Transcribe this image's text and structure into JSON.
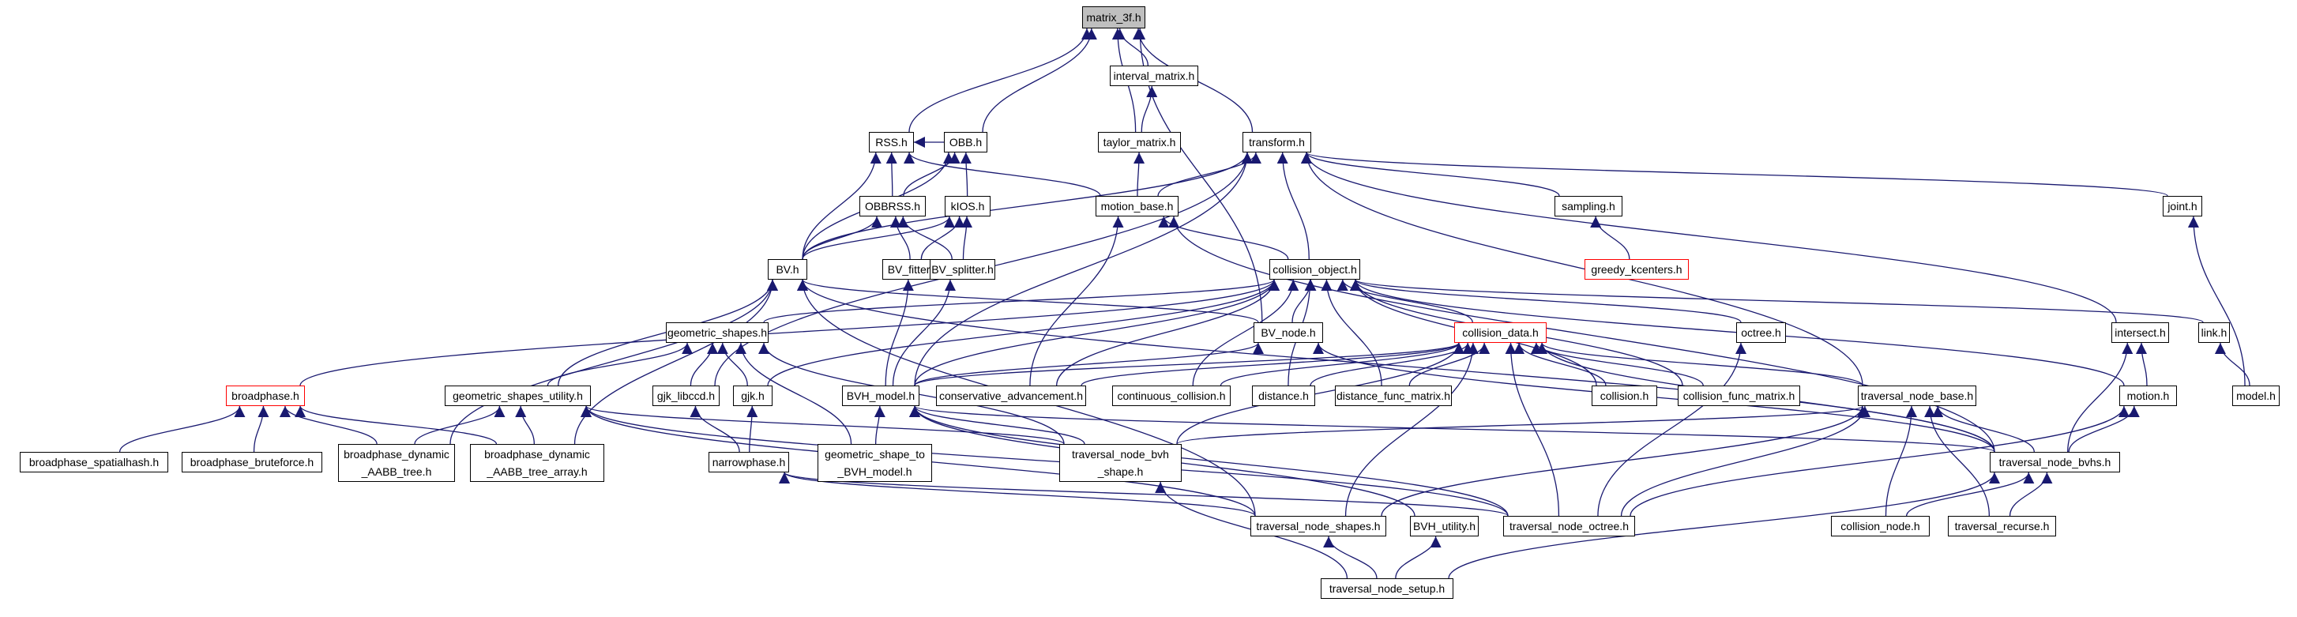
{
  "nodes": [
    {
      "id": "matrix",
      "label": "matrix_3f.h",
      "style": "root"
    },
    {
      "id": "interval",
      "label": "interval_matrix.h"
    },
    {
      "id": "taylor",
      "label": "taylor_matrix.h"
    },
    {
      "id": "transform",
      "label": "transform.h"
    },
    {
      "id": "rss",
      "label": "RSS.h"
    },
    {
      "id": "obb",
      "label": "OBB.h"
    },
    {
      "id": "obbrss",
      "label": "OBBRSS.h"
    },
    {
      "id": "kios",
      "label": "kIOS.h"
    },
    {
      "id": "motionbase",
      "label": "motion_base.h"
    },
    {
      "id": "sampling",
      "label": "sampling.h"
    },
    {
      "id": "joint",
      "label": "joint.h"
    },
    {
      "id": "greedy",
      "label": "greedy_kcenters.h",
      "style": "red"
    },
    {
      "id": "bv",
      "label": "BV.h"
    },
    {
      "id": "bvfitter",
      "label": "BV_fitter.h"
    },
    {
      "id": "bvsplitter",
      "label": "BV_splitter.h"
    },
    {
      "id": "collobj",
      "label": "collision_object.h"
    },
    {
      "id": "geoshapes",
      "label": "geometric_shapes.h"
    },
    {
      "id": "bvnode",
      "label": "BV_node.h"
    },
    {
      "id": "colldata",
      "label": "collision_data.h",
      "style": "red"
    },
    {
      "id": "octree",
      "label": "octree.h"
    },
    {
      "id": "intersect",
      "label": "intersect.h"
    },
    {
      "id": "link",
      "label": "link.h"
    },
    {
      "id": "broadphase",
      "label": "broadphase.h",
      "style": "red"
    },
    {
      "id": "geoutil",
      "label": "geometric_shapes_utility.h"
    },
    {
      "id": "gjklibccd",
      "label": "gjk_libccd.h"
    },
    {
      "id": "gjk",
      "label": "gjk.h"
    },
    {
      "id": "bvhmodel",
      "label": "BVH_model.h"
    },
    {
      "id": "consadv",
      "label": "conservative_advancement.h"
    },
    {
      "id": "contcoll",
      "label": "continuous_collision.h"
    },
    {
      "id": "distance",
      "label": "distance.h"
    },
    {
      "id": "distfunc",
      "label": "distance_func_matrix.h"
    },
    {
      "id": "collision",
      "label": "collision.h"
    },
    {
      "id": "collfunc",
      "label": "collision_func_matrix.h"
    },
    {
      "id": "tnbase",
      "label": "traversal_node_base.h"
    },
    {
      "id": "motion",
      "label": "motion.h"
    },
    {
      "id": "model",
      "label": "model.h"
    },
    {
      "id": "bpspatial",
      "label": "broadphase_spatialhash.h"
    },
    {
      "id": "bpbrute",
      "label": "broadphase_bruteforce.h"
    },
    {
      "id": "bpdynaabb",
      "label": "broadphase_dynamic\n_AABB_tree.h"
    },
    {
      "id": "bpdynarr",
      "label": "broadphase_dynamic\n_AABB_tree_array.h"
    },
    {
      "id": "narrowphase",
      "label": "narrowphase.h"
    },
    {
      "id": "geotobvh",
      "label": "geometric_shape_to\n_BVH_model.h"
    },
    {
      "id": "tnbvhshape",
      "label": "traversal_node_bvh\n_shape.h"
    },
    {
      "id": "tnbvhs",
      "label": "traversal_node_bvhs.h"
    },
    {
      "id": "tnshapes",
      "label": "traversal_node_shapes.h"
    },
    {
      "id": "bvhutil",
      "label": "BVH_utility.h"
    },
    {
      "id": "tnoctree",
      "label": "traversal_node_octree.h"
    },
    {
      "id": "collnode",
      "label": "collision_node.h"
    },
    {
      "id": "travrec",
      "label": "traversal_recurse.h"
    },
    {
      "id": "tnsetup",
      "label": "traversal_node_setup.h"
    }
  ],
  "edges": [
    [
      "interval",
      "matrix"
    ],
    [
      "taylor",
      "matrix"
    ],
    [
      "transform",
      "matrix"
    ],
    [
      "rss",
      "matrix"
    ],
    [
      "obb",
      "matrix"
    ],
    [
      "bvnode",
      "matrix"
    ],
    [
      "taylor",
      "interval"
    ],
    [
      "motionbase",
      "taylor"
    ],
    [
      "obb",
      "rss"
    ],
    [
      "obbrss",
      "rss"
    ],
    [
      "bv",
      "rss"
    ],
    [
      "motionbase",
      "rss"
    ],
    [
      "obbrss",
      "obb"
    ],
    [
      "kios",
      "obb"
    ],
    [
      "bv",
      "obb"
    ],
    [
      "bv",
      "obbrss"
    ],
    [
      "bvfitter",
      "obbrss"
    ],
    [
      "bvsplitter",
      "obbrss"
    ],
    [
      "bv",
      "kios"
    ],
    [
      "bvfitter",
      "kios"
    ],
    [
      "bvsplitter",
      "kios"
    ],
    [
      "motionbase",
      "transform"
    ],
    [
      "bv",
      "transform"
    ],
    [
      "sampling",
      "transform"
    ],
    [
      "joint",
      "transform"
    ],
    [
      "collobj",
      "transform"
    ],
    [
      "bvhmodel",
      "transform"
    ],
    [
      "gjklibccd",
      "transform"
    ],
    [
      "tnbase",
      "transform"
    ],
    [
      "intersect",
      "transform"
    ],
    [
      "greedy",
      "sampling"
    ],
    [
      "collobj",
      "motionbase"
    ],
    [
      "consadv",
      "motionbase"
    ],
    [
      "tnbvhs",
      "motionbase"
    ],
    [
      "model",
      "joint"
    ],
    [
      "motion",
      "intersect"
    ],
    [
      "tnbvhs",
      "intersect"
    ],
    [
      "model",
      "link"
    ],
    [
      "bvnode",
      "bv"
    ],
    [
      "bvhmodel",
      "bvfitter"
    ],
    [
      "bvhmodel",
      "bvsplitter"
    ],
    [
      "geoutil",
      "bv"
    ],
    [
      "broadphase",
      "collobj"
    ],
    [
      "bpdynaabb",
      "bv"
    ],
    [
      "bpdynarr",
      "bv"
    ],
    [
      "tnshapes",
      "bv"
    ],
    [
      "tnbvhs",
      "bv"
    ],
    [
      "bvnode",
      "collobj"
    ],
    [
      "colldata",
      "collobj"
    ],
    [
      "octree",
      "collobj"
    ],
    [
      "link",
      "collobj"
    ],
    [
      "consadv",
      "collobj"
    ],
    [
      "contcoll",
      "collobj"
    ],
    [
      "distance",
      "collobj"
    ],
    [
      "distfunc",
      "collobj"
    ],
    [
      "collision",
      "collobj"
    ],
    [
      "collfunc",
      "collobj"
    ],
    [
      "geoshapes",
      "collobj"
    ],
    [
      "bvhmodel",
      "collobj"
    ],
    [
      "motion",
      "collobj"
    ],
    [
      "gjk",
      "collobj"
    ],
    [
      "geoutil",
      "geoshapes"
    ],
    [
      "gjklibccd",
      "geoshapes"
    ],
    [
      "gjk",
      "geoshapes"
    ],
    [
      "geotobvh",
      "geoshapes"
    ],
    [
      "tnbvhshape",
      "geoshapes"
    ],
    [
      "bvhmodel",
      "bvnode"
    ],
    [
      "tnbvhs",
      "bvnode"
    ],
    [
      "consadv",
      "colldata"
    ],
    [
      "contcoll",
      "colldata"
    ],
    [
      "distance",
      "colldata"
    ],
    [
      "distfunc",
      "colldata"
    ],
    [
      "collision",
      "colldata"
    ],
    [
      "collfunc",
      "colldata"
    ],
    [
      "tnbase",
      "colldata"
    ],
    [
      "tnbvhshape",
      "colldata"
    ],
    [
      "tnshapes",
      "colldata"
    ],
    [
      "tnoctree",
      "colldata"
    ],
    [
      "tnbvhs",
      "colldata"
    ],
    [
      "bvhmodel",
      "colldata"
    ],
    [
      "tnoctree",
      "octree"
    ],
    [
      "bpspatial",
      "broadphase"
    ],
    [
      "bpbrute",
      "broadphase"
    ],
    [
      "bpdynaabb",
      "broadphase"
    ],
    [
      "bpdynarr",
      "broadphase"
    ],
    [
      "bpdynaabb",
      "geoutil"
    ],
    [
      "bpdynarr",
      "geoutil"
    ],
    [
      "tnshapes",
      "geoutil"
    ],
    [
      "tnbvhshape",
      "geoutil"
    ],
    [
      "tnoctree",
      "geoutil"
    ],
    [
      "narrowphase",
      "gjklibccd"
    ],
    [
      "narrowphase",
      "gjk"
    ],
    [
      "geotobvh",
      "bvhmodel"
    ],
    [
      "tnbvhshape",
      "bvhmodel"
    ],
    [
      "bvhutil",
      "bvhmodel"
    ],
    [
      "tnoctree",
      "bvhmodel"
    ],
    [
      "tnbvhs",
      "bvhmodel"
    ],
    [
      "tnbvhshape",
      "tnbase"
    ],
    [
      "tnshapes",
      "tnbase"
    ],
    [
      "tnoctree",
      "tnbase"
    ],
    [
      "tnbvhs",
      "tnbase"
    ],
    [
      "collnode",
      "tnbase"
    ],
    [
      "travrec",
      "tnbase"
    ],
    [
      "tnbvhs",
      "motion"
    ],
    [
      "tnoctree",
      "motion"
    ],
    [
      "tnshapes",
      "narrowphase"
    ],
    [
      "tnoctree",
      "narrowphase"
    ],
    [
      "collnode",
      "tnbvhs"
    ],
    [
      "travrec",
      "tnbvhs"
    ],
    [
      "tnsetup",
      "tnbvhshape"
    ],
    [
      "tnsetup",
      "tnshapes"
    ],
    [
      "tnsetup",
      "bvhutil"
    ],
    [
      "tnsetup",
      "tnbvhs"
    ]
  ]
}
